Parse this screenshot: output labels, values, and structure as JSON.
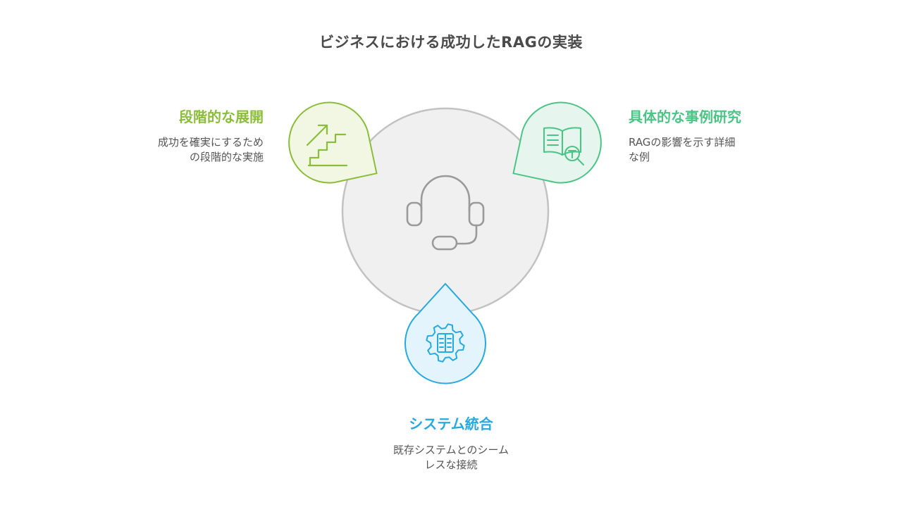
{
  "title": "ビジネスにおける成功したRAGの実装",
  "colors": {
    "green": "#8bbd3a",
    "green_fill": "#f1f7e3",
    "teal": "#4cc486",
    "teal_fill": "#e6f6ee",
    "blue": "#27a9e1",
    "blue_fill": "#e4f4fc",
    "hub_fill": "#f0f0f0",
    "hub_stroke": "#c2c2c2",
    "icon_gray": "#9a9a9a"
  },
  "nodes": {
    "phased": {
      "heading": "段階的な展開",
      "desc_line1": "成功を確実にするため",
      "desc_line2": "の段階的な実施",
      "icon": "stairs-arrow-icon"
    },
    "cases": {
      "heading": "具体的な事例研究",
      "desc_line1": "RAGの影響を示す詳細",
      "desc_line2": "な例",
      "icon": "book-search-icon"
    },
    "integration": {
      "heading": "システム統合",
      "desc_line1": "既存システムとのシーム",
      "desc_line2": "レスな接続",
      "icon": "gear-document-icon"
    }
  },
  "hub": {
    "icon": "headset-icon"
  }
}
